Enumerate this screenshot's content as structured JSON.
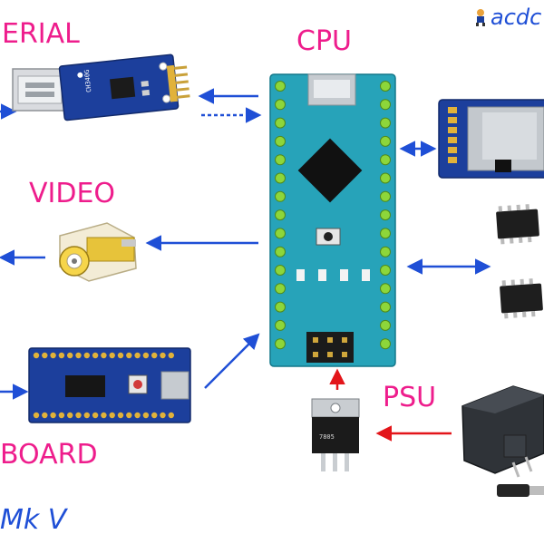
{
  "brand": {
    "text": "acdc",
    "logo": "mascot-icon"
  },
  "labels": {
    "serial": "ERIAL",
    "cpu": "CPU",
    "video": "VIDEO",
    "keyboard": "BOARD",
    "psu": "PSU",
    "version": "Mk V"
  },
  "chips": {
    "ch340": "CH340G",
    "regulator": "7805"
  },
  "colors": {
    "label_pink": "#ee1d8c",
    "label_blue": "#1f4fd6",
    "arrow_blue": "#1f4fd6",
    "arrow_red": "#e3151a",
    "pcb_teal": "#27a3b9",
    "pcb_blue": "#1c3f9c"
  }
}
